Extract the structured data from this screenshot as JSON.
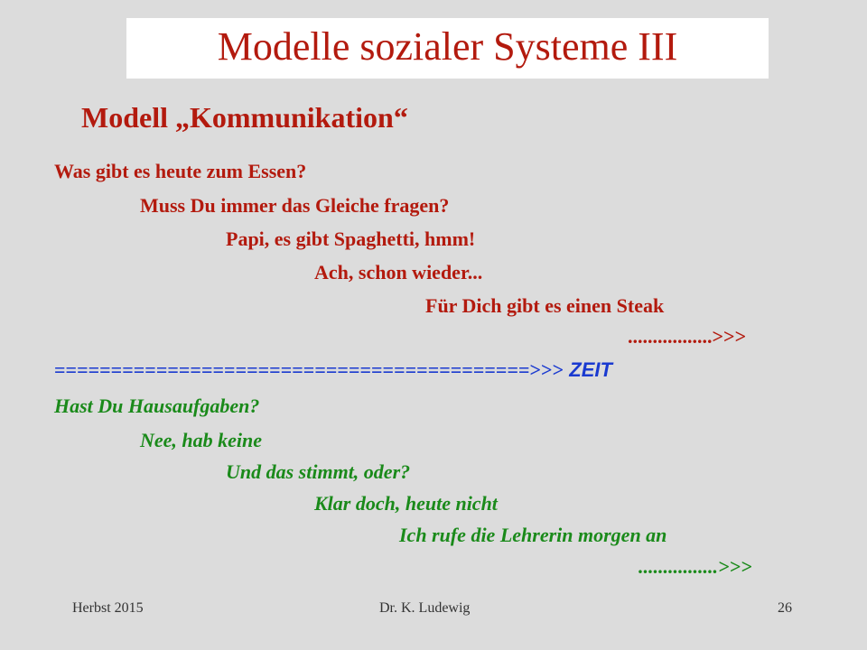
{
  "title": "Modelle sozialer Systeme III",
  "subtitle": "Modell „Kommunikation“",
  "dialog1": [
    "Was gibt es heute zum Essen?",
    "Muss Du immer das Gleiche fragen?",
    "Papi, es gibt Spaghetti, hmm!",
    "Ach, schon wieder...",
    "Für Dich gibt es einen Steak",
    ".................>>>"
  ],
  "zeit_line": "==========================================>>>",
  "zeit_label": " ZEIT",
  "dialog2": [
    "Hast Du Hausaufgaben?",
    "Nee, hab keine",
    "Und das stimmt, oder?",
    "Klar doch, heute nicht",
    "Ich rufe die Lehrerin morgen an",
    "................>>>"
  ],
  "footer": {
    "left": "Herbst 2015",
    "center": "Dr. K. Ludewig",
    "right": "26"
  },
  "colors": {
    "red": "#b31a0e",
    "green": "#1a8a1a",
    "blue": "#1a3ad0"
  }
}
